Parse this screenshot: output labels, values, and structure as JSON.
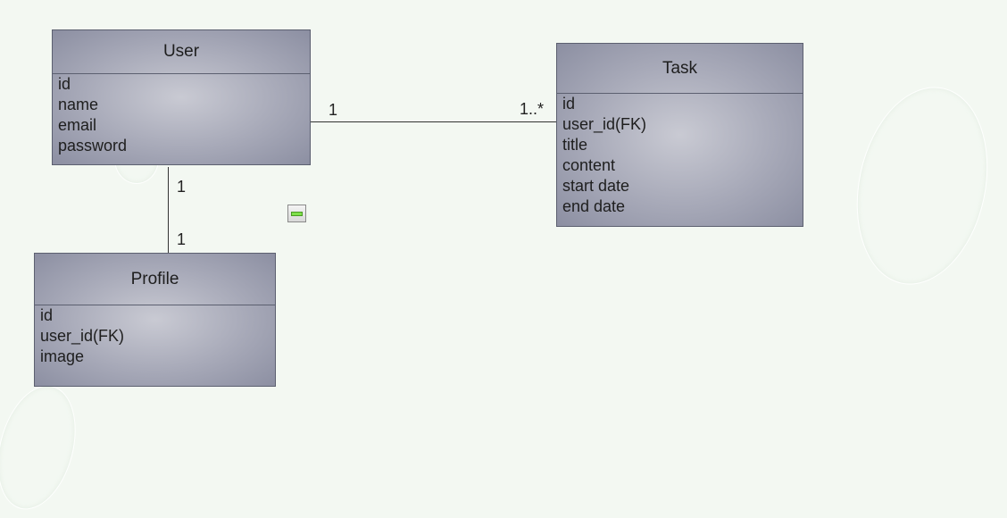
{
  "entities": {
    "user": {
      "title": "User",
      "fields": [
        "id",
        "name",
        "email",
        "password"
      ]
    },
    "task": {
      "title": "Task",
      "fields": [
        "id",
        "user_id(FK)",
        "title",
        "content",
        "start date",
        "end date"
      ]
    },
    "profile": {
      "title": "Profile",
      "fields": [
        "id",
        "user_id(FK)",
        "image"
      ]
    }
  },
  "relationships": {
    "user_task": {
      "from_multiplicity": "1",
      "to_multiplicity": "1..*"
    },
    "user_profile": {
      "from_multiplicity": "1",
      "to_multiplicity": "1"
    }
  },
  "colors": {
    "background": "#f3f8f2",
    "entity_border": "#5c6070",
    "line": "#333333",
    "toggle_accent": "#7ee04a"
  },
  "icons": {
    "collapse_toggle": "minus-bar-icon"
  }
}
